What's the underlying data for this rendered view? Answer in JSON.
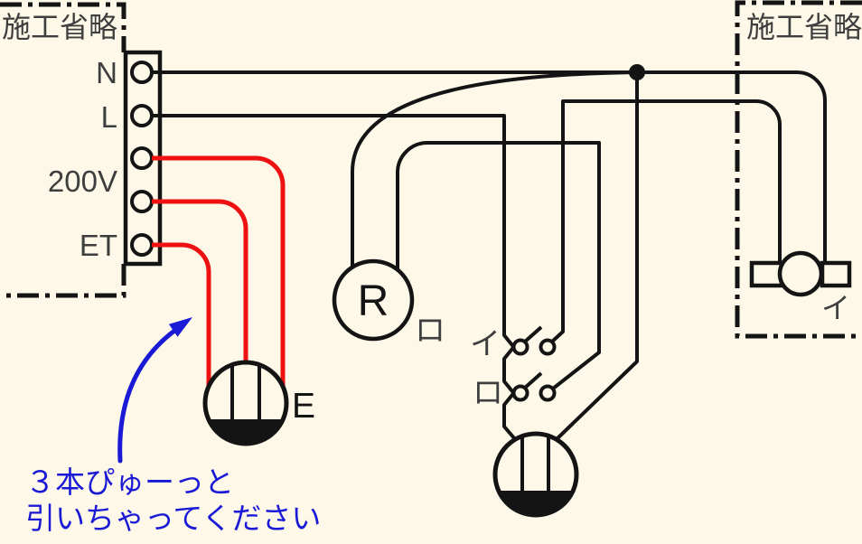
{
  "colors": {
    "background": "#fdf8e8",
    "line": "#141414",
    "label_gray": "#3e3e3e",
    "wire_200v_red": "#ee1111",
    "annotation_blue": "#1a1ad6"
  },
  "left_box": {
    "label": "施工省略"
  },
  "right_box": {
    "label": "施工省略"
  },
  "terminal_block": {
    "neutral": "N",
    "live": "L",
    "v200": "200V",
    "earth": "ET"
  },
  "devices": {
    "receptacle": {
      "letter": "R",
      "circuit_label": "ロ"
    },
    "earth_outlet": {
      "label": "E"
    },
    "ceiling_rosette": {
      "circuit_label": "イ"
    }
  },
  "switches": {
    "i": {
      "label": "イ"
    },
    "ro": {
      "label": "ロ"
    }
  },
  "annotation": {
    "line1": "３本ぴゅーっと",
    "line2": "引いちゃってください"
  }
}
